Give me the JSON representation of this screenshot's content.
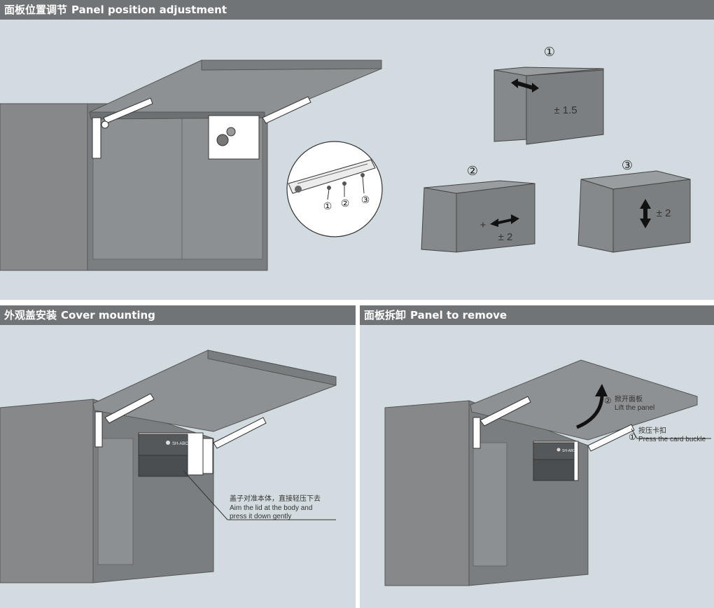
{
  "sections": {
    "top": {
      "title_cn": "面板位置调节",
      "title_en": "Panel position adjustment"
    },
    "bottom_left": {
      "title_cn": "外观盖安装",
      "title_en": "Cover mounting"
    },
    "bottom_right": {
      "title_cn": "面板拆卸",
      "title_en": "Panel to remove"
    }
  },
  "adjustment": {
    "zoom_markers": [
      "①",
      "②",
      "③"
    ],
    "item1": {
      "marker": "①",
      "value": "± 1.5"
    },
    "item2": {
      "marker": "②",
      "value": "± 2",
      "plus": "+"
    },
    "item3": {
      "marker": "③",
      "value": "± 2"
    }
  },
  "cover": {
    "instruction_cn": "盖子对准本体，直接轻压下去",
    "instruction_en_line1": "Aim the lid at the body and",
    "instruction_en_line2": "press it down gently",
    "brand": "SH-ABC"
  },
  "remove": {
    "step2_marker": "②",
    "step2_cn": "掀开面板",
    "step2_en": "Lift the panel",
    "step1_marker": "①",
    "step1_cn": "按压卡扣",
    "step1_en": "Press the card buckle",
    "brand": "SH-ABC"
  }
}
